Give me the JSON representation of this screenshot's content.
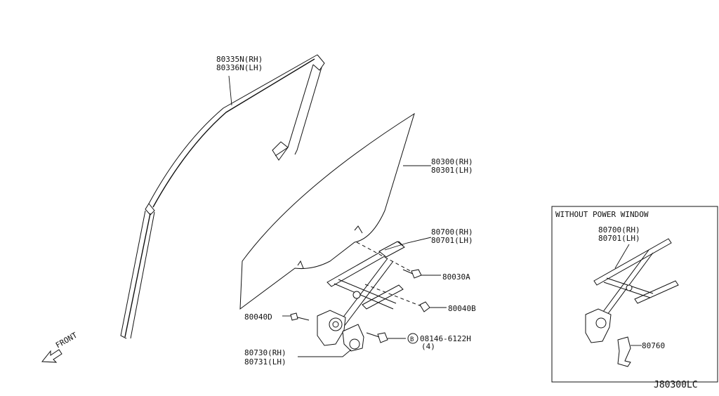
{
  "diagram": {
    "labels": {
      "sash_rh": "80335N(RH)",
      "sash_lh": "80336N(LH)",
      "glass_rh": "80300(RH)",
      "glass_lh": "80301(LH)",
      "regulator_rh": "80700(RH)",
      "regulator_lh": "80701(LH)",
      "bolt_a": "80030A",
      "nut_b": "80040B",
      "bolt_d": "80040D",
      "bolt_spec": "08146-6122H",
      "bolt_circle": "B",
      "bolt_qty": "(4)",
      "motor_rh": "80730(RH)",
      "motor_lh": "80731(LH)",
      "front": "FRONT"
    },
    "inset": {
      "title": "WITHOUT POWER WINDOW",
      "regulator_rh": "80700(RH)",
      "regulator_lh": "80701(LH)",
      "handle": "80760"
    },
    "diagram_code": "J80300LC"
  }
}
